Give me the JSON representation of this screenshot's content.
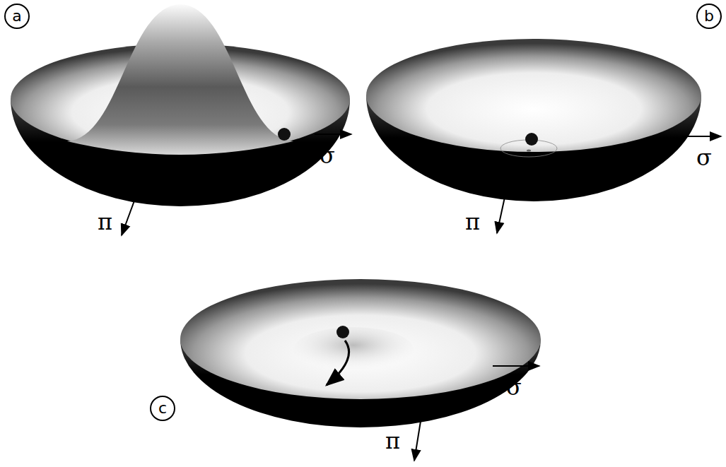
{
  "diagram": {
    "nodes": [
      {
        "text": [
          "a"
        ]
      },
      {
        "text": [
          "b"
        ]
      },
      {
        "text": [
          "c"
        ]
      }
    ],
    "labels": [
      "σ",
      "π",
      "σ",
      "π",
      "σ",
      "π"
    ]
  }
}
